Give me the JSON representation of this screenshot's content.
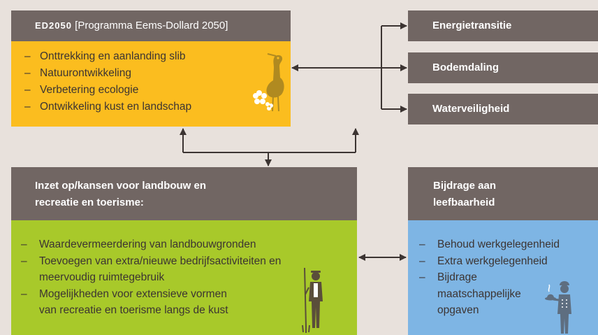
{
  "ed2050": {
    "abbr": "ed2050",
    "title": "[Programma Eems-Dollard 2050]",
    "items": [
      "Onttrekking en aanlanding slib",
      "Natuurontwikkeling",
      "Verbetering ecologie",
      "Ontwikkeling kust en landschap"
    ]
  },
  "side_boxes": [
    "Energietransitie",
    "Bodemdaling",
    "Waterveiligheid"
  ],
  "agri": {
    "heading_line1": "Inzet op/kansen voor landbouw en",
    "heading_line2": "recreatie en toerisme:",
    "items": [
      [
        "Waardevermeerdering van landbouwgronden"
      ],
      [
        "Toevoegen van extra/nieuwe bedrijfsactiviteiten en",
        "meervoudig ruimtegebruik"
      ],
      [
        "Mogelijkheden voor extensieve vormen",
        "van recreatie  en toerisme langs de kust"
      ]
    ]
  },
  "livability": {
    "heading_line1": "Bijdrage aan",
    "heading_line2": "leefbaarheid",
    "items": [
      [
        "Behoud werkgelegenheid"
      ],
      [
        "Extra werkgelegenheid"
      ],
      [
        "Bijdrage",
        "maatschappelijke",
        "opgaven"
      ]
    ]
  },
  "dash_glyph": "–",
  "colors": {
    "background": "#e8e1dc",
    "header": "#716663",
    "yellow": "#fbbd1f",
    "green": "#a8c92a",
    "blue": "#7eb5e4",
    "connector": "#3c3432"
  },
  "icons": [
    "bird-flower-icon",
    "farmer-with-pitchfork-icon",
    "waiter-with-tray-icon"
  ]
}
